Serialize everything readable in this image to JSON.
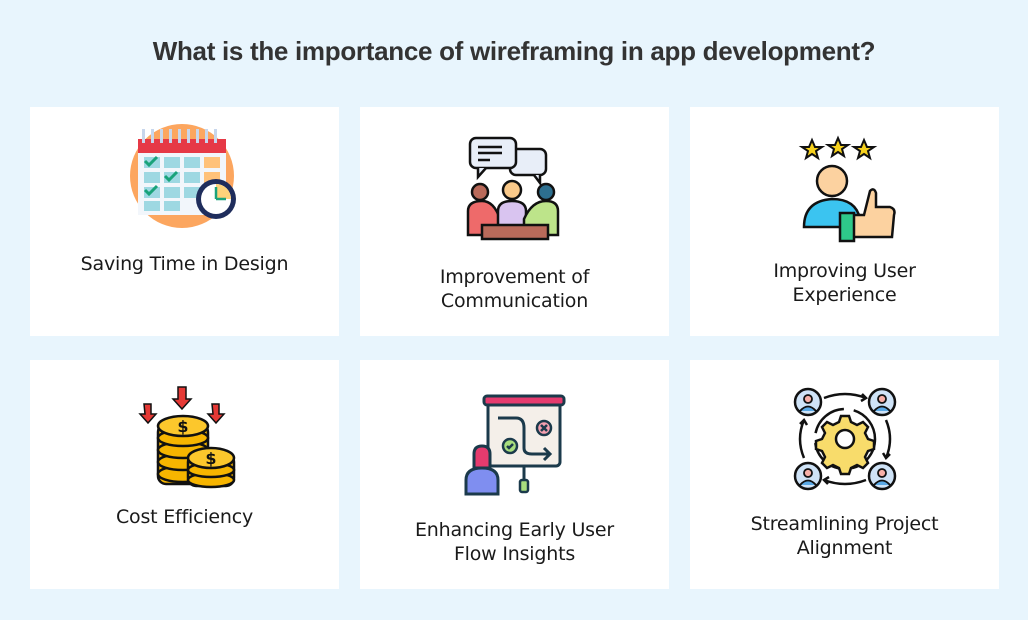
{
  "title": "What is the importance of wireframing in app development?",
  "colors": {
    "background": "#e8f5fd",
    "card": "#ffffff",
    "title_text": "#333333",
    "label_text": "#1a1a1a"
  },
  "cards": [
    {
      "icon": "calendar-clock-icon",
      "lines": [
        "Saving Time in Design"
      ]
    },
    {
      "icon": "team-communication-icon",
      "lines": [
        "Improvement of",
        "Communication"
      ]
    },
    {
      "icon": "user-thumbs-up-stars-icon",
      "lines": [
        "Improving User",
        "Experience"
      ]
    },
    {
      "icon": "coins-dollar-arrows-icon",
      "lines": [
        "Cost Efficiency"
      ]
    },
    {
      "icon": "presentation-flow-icon",
      "lines": [
        "Enhancing Early User",
        "Flow Insights"
      ]
    },
    {
      "icon": "team-gear-cycle-icon",
      "lines": [
        "Streamlining Project",
        "Alignment"
      ]
    }
  ]
}
